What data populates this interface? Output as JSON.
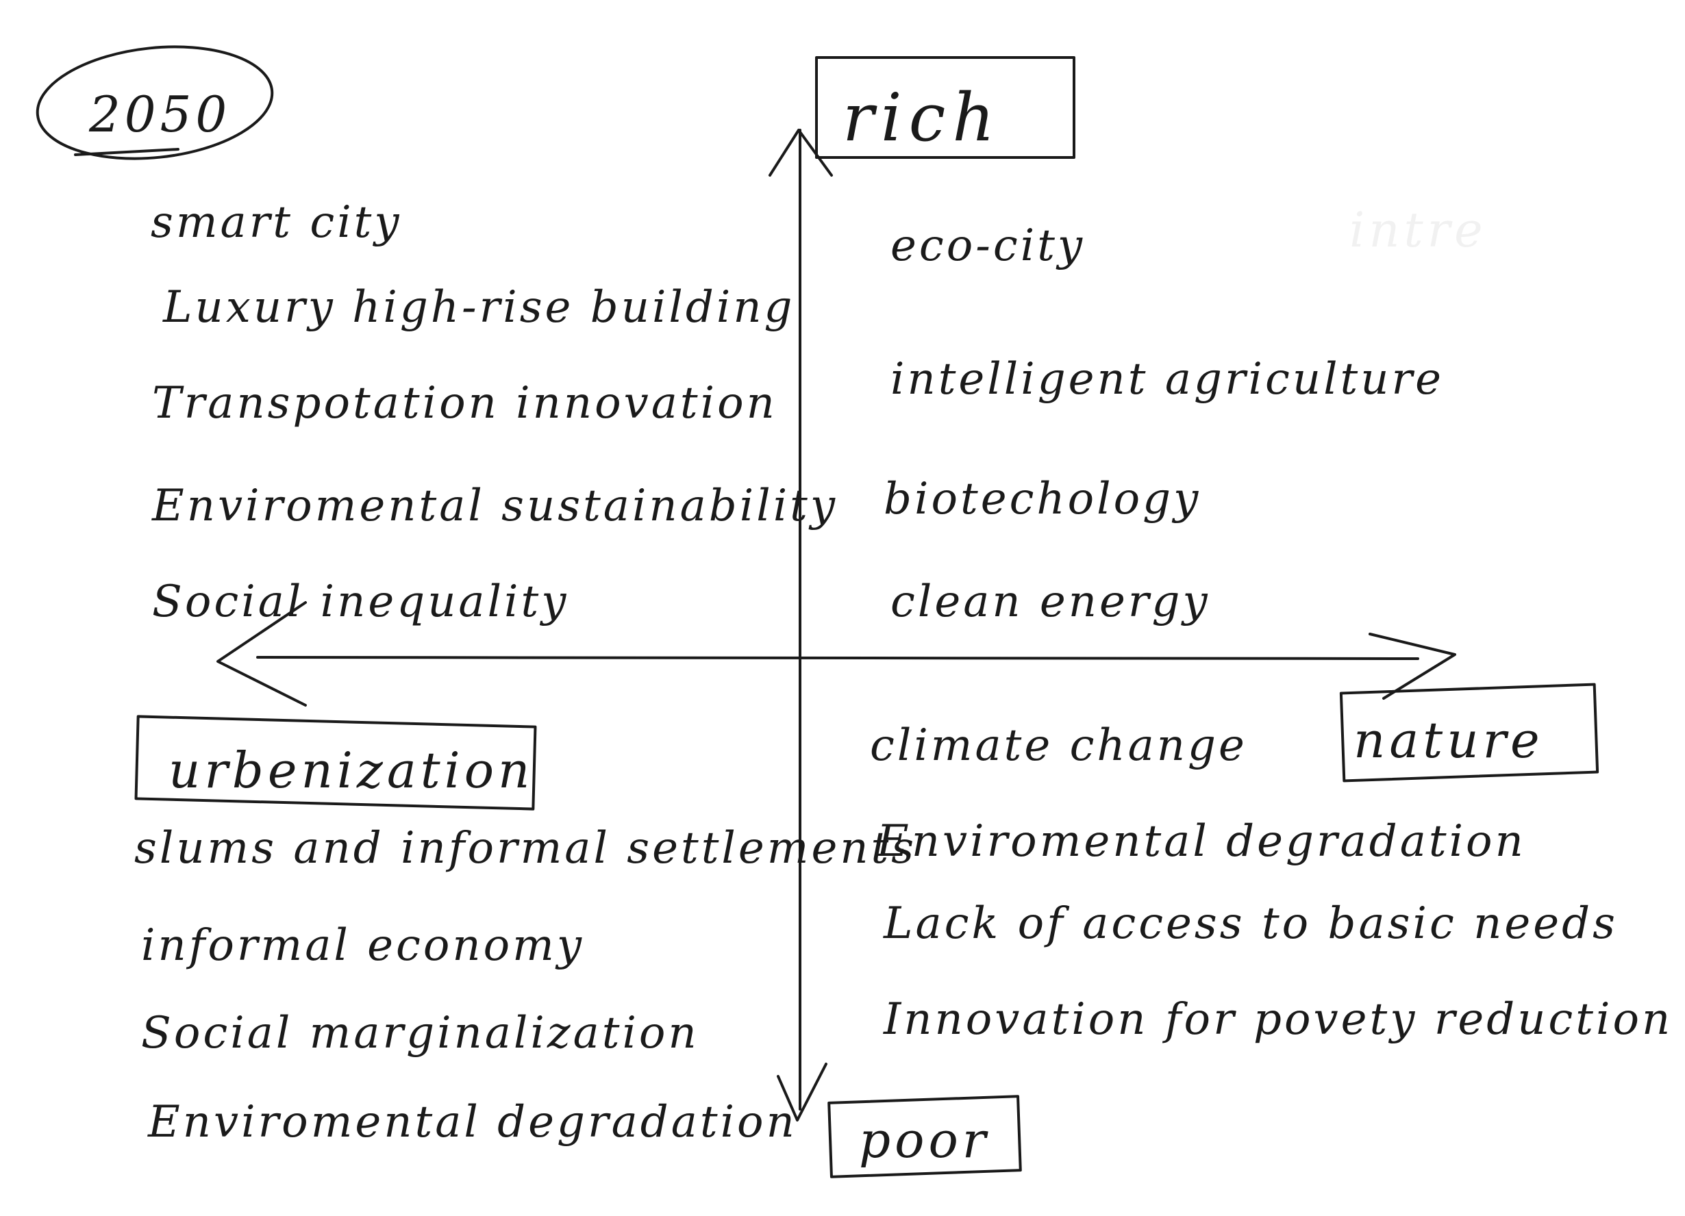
{
  "year_label": "2050",
  "axis_labels": {
    "top": "rich",
    "bottom": "poor",
    "left": "urbenization",
    "right": "nature"
  },
  "faint_text": "intre",
  "quadrants": {
    "top_left": [
      "smart city",
      "Luxury high-rise building",
      "Transpotation innovation",
      "Enviromental sustainability",
      "Social inequality"
    ],
    "top_right": [
      "eco-city",
      "intelligent agriculture",
      "biotechology",
      "clean energy"
    ],
    "bottom_left": [
      "slums and informal settlements",
      "informal economy",
      "Social marginalization",
      "Enviromental degradation"
    ],
    "bottom_right": [
      "climate change",
      "Enviromental degradation",
      "Lack of access to basic needs",
      "Innovation for povety reduction"
    ]
  }
}
